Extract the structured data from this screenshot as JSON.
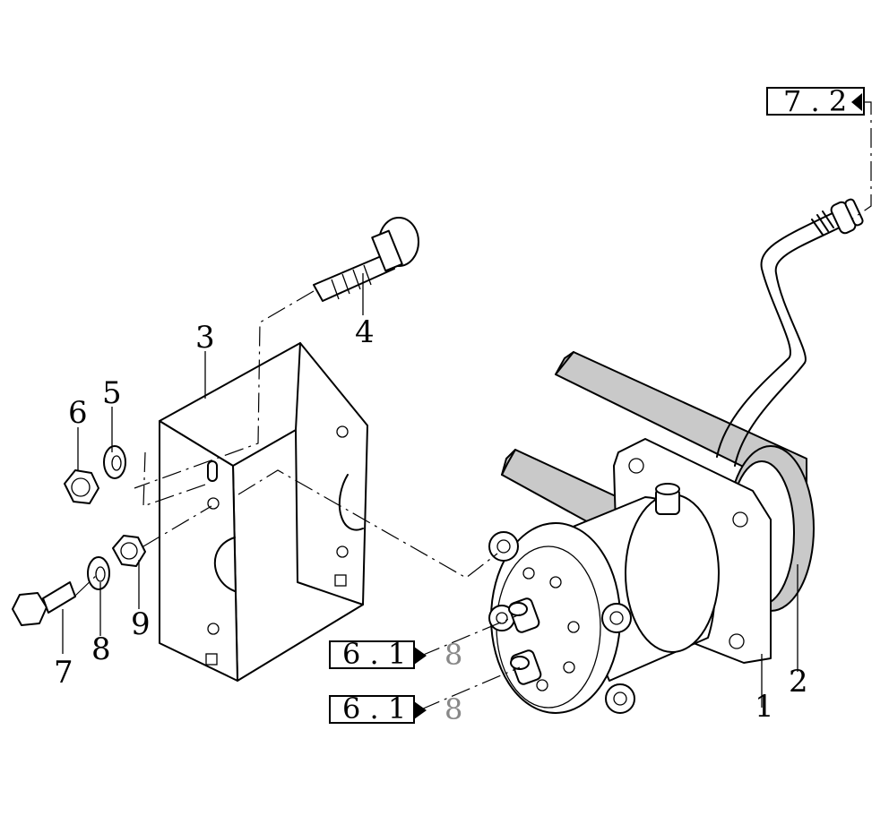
{
  "callouts": {
    "c1": "1",
    "c2": "2",
    "c3": "3",
    "c4": "4",
    "c5": "5",
    "c6": "6",
    "c7": "7",
    "c8": "8",
    "c9": "9"
  },
  "references": {
    "top_right": "7 . 2",
    "left_upper_main": "6 . 1",
    "left_upper_tail": "8",
    "left_lower_main": "6 . 1",
    "left_lower_tail": "8"
  }
}
